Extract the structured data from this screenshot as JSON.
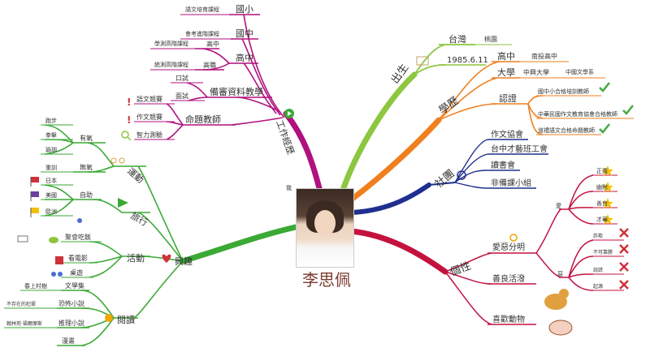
{
  "center": {
    "name": "李思佩",
    "tag": "我"
  },
  "work": {
    "title": "工作經歷",
    "guoxiao": "國小",
    "guoxiao_item": "語文培育課程",
    "guozhong": "國中",
    "guozhong_item": "會考進階課程",
    "gaozhong": "高中",
    "gaozhong_sub": "高中",
    "gaozhong_sub_item": "學測高階課程",
    "gaozhi": "高職",
    "gaozhi_item": "統測高階課程",
    "shenshen": "備審資料教學",
    "koushi": "口試",
    "mianshi": "面試",
    "mingti": "命題教師",
    "mingti_items": [
      "語文競賽",
      "作文競賽",
      "智力測驗"
    ]
  },
  "birth": {
    "title": "出生",
    "place": "台灣",
    "city": "桃園",
    "date": "1985.6.11"
  },
  "edu": {
    "title": "學歷",
    "gaozhong": "高中",
    "gaozhong_item": "南投高中",
    "daxue": "大學",
    "daxue_school": "中興大學",
    "daxue_dept": "中國文學系",
    "renzheng": "認證",
    "certs": [
      "國中小合格培訓教師",
      "中華民國作文教育協會合格教師",
      "道禮語文合格命題教師"
    ]
  },
  "club": {
    "title": "社團",
    "items": [
      "作文協會",
      "台中才藝班工會",
      "讀書會",
      "非備課小組"
    ]
  },
  "personality": {
    "title": "個性",
    "aizeng": "愛惡分明",
    "ai": "愛",
    "ai_items": [
      "正義",
      "幽默",
      "善良",
      "才華"
    ],
    "e": "惡",
    "e_items": [
      "詐欺",
      "不可靠勝",
      "說謊",
      "起源"
    ],
    "shanliang": "善良活潑",
    "pet": "喜歡動物"
  },
  "hobby": {
    "title": "興趣",
    "sport": "運動",
    "youyang": "有氧",
    "youyang_items": [
      "跑步",
      "拳擊",
      "瑜珈"
    ],
    "wuyang": "無氧",
    "wuyang_items": [
      "重訓"
    ],
    "travel": "旅行",
    "zizhu": "自助",
    "zizhu_items": [
      "日本",
      "美國",
      "歐洲"
    ],
    "activity": "活動",
    "activity_items": [
      "聚會吃飯",
      "看電影",
      "桌遊"
    ],
    "reading": "閱讀",
    "wenxue": "文學集",
    "wenxue_item": "春上村樹",
    "kongbu": "恐怖小說",
    "kongbu_item": "不存在的犯罪",
    "tuili": "推理小說",
    "tuili_item": "翰林苑·福爾摩斯",
    "manhua": "漫畫"
  },
  "colors": {
    "work": "#b0117e",
    "birth": "#8dc63f",
    "edu": "#f07f1e",
    "club": "#1f2f8f",
    "personality": "#c4123f",
    "hobby": "#3aa935",
    "sport": "#3aa935"
  }
}
